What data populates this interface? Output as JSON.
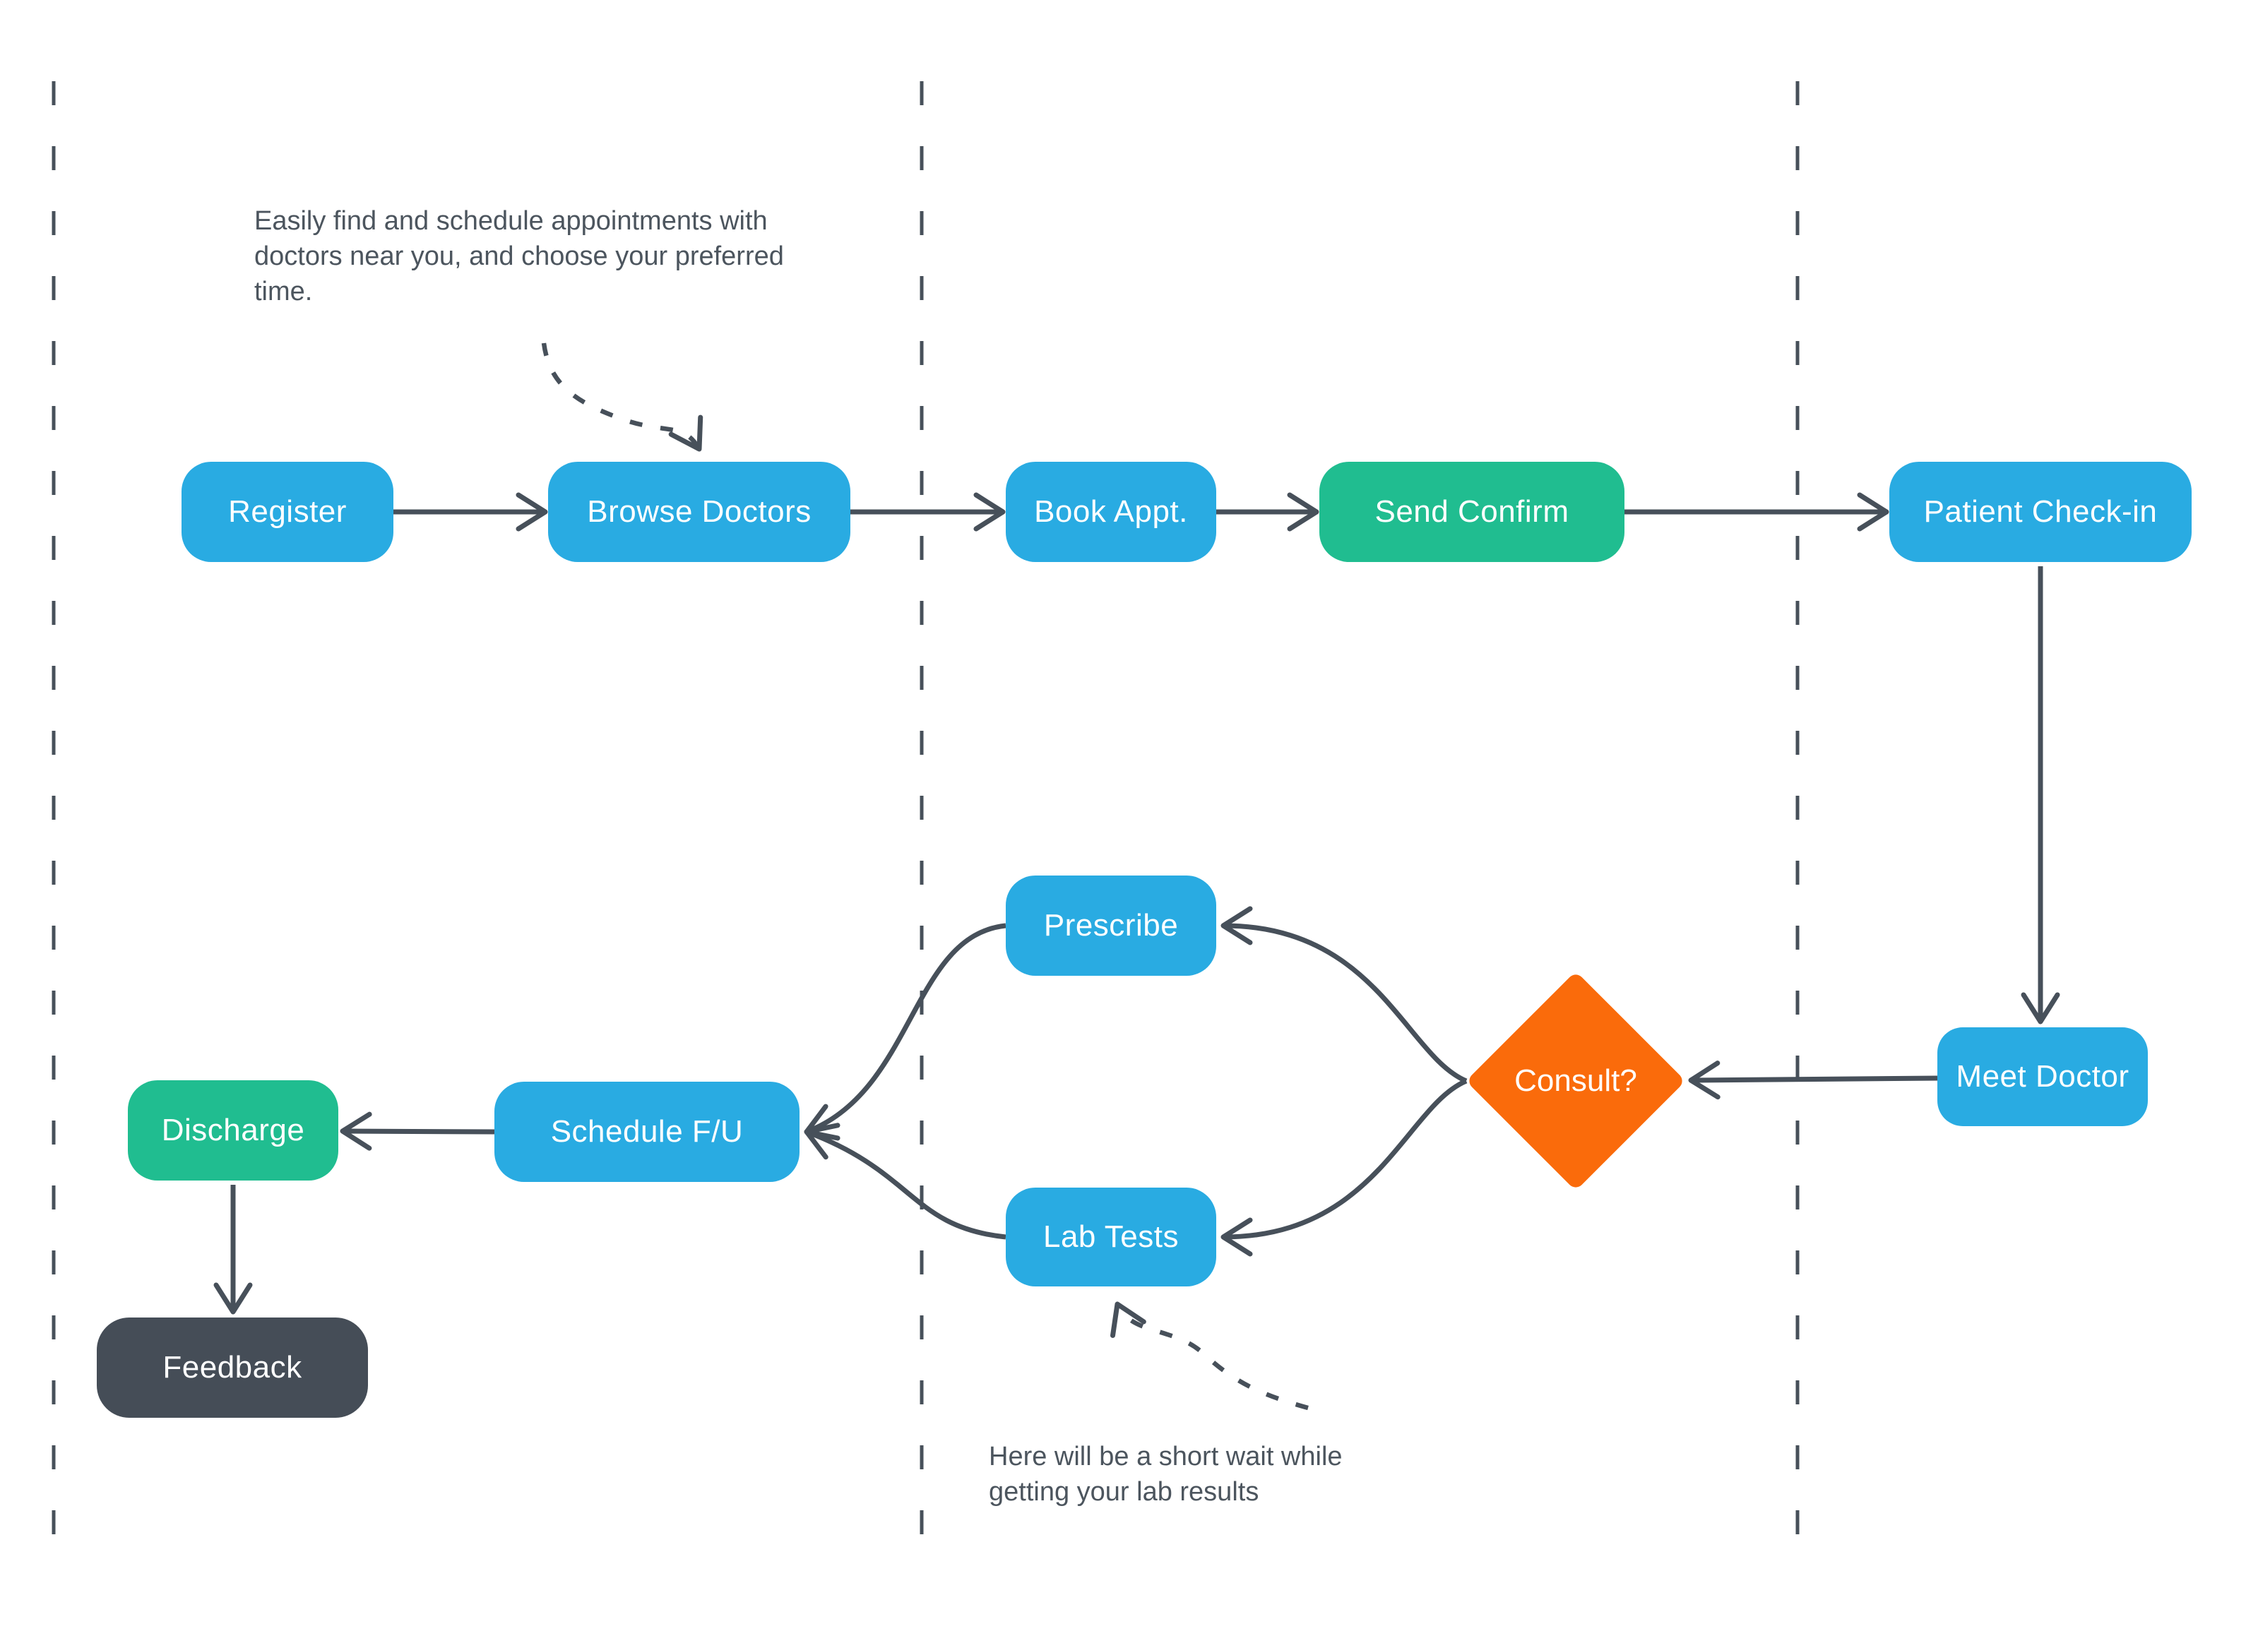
{
  "diagram": {
    "title": "",
    "nodes": {
      "register": {
        "label": "Register"
      },
      "browse_doctors": {
        "label": "Browse Doctors"
      },
      "book_appt": {
        "label": "Book Appt."
      },
      "send_confirm": {
        "label": "Send Confirm"
      },
      "patient_checkin": {
        "label": "Patient Check-in"
      },
      "meet_doctor": {
        "label": "Meet Doctor"
      },
      "consult": {
        "label": "Consult?"
      },
      "prescribe": {
        "label": "Prescribe"
      },
      "lab_tests": {
        "label": "Lab Tests"
      },
      "schedule_fu": {
        "label": "Schedule F/U"
      },
      "discharge": {
        "label": "Discharge"
      },
      "feedback": {
        "label": "Feedback"
      }
    },
    "annotations": {
      "browse_tip": "Easily find and schedule appointments with doctors near you, and choose your preferred time.",
      "lab_wait_tip": "Here will be a short wait while getting your lab results"
    },
    "edges": [
      {
        "from": "register",
        "to": "browse_doctors"
      },
      {
        "from": "browse_doctors",
        "to": "book_appt"
      },
      {
        "from": "book_appt",
        "to": "send_confirm"
      },
      {
        "from": "send_confirm",
        "to": "patient_checkin"
      },
      {
        "from": "patient_checkin",
        "to": "meet_doctor"
      },
      {
        "from": "meet_doctor",
        "to": "consult"
      },
      {
        "from": "consult",
        "to": "prescribe"
      },
      {
        "from": "consult",
        "to": "lab_tests"
      },
      {
        "from": "prescribe",
        "to": "schedule_fu"
      },
      {
        "from": "lab_tests",
        "to": "schedule_fu"
      },
      {
        "from": "schedule_fu",
        "to": "discharge"
      },
      {
        "from": "discharge",
        "to": "feedback"
      }
    ]
  },
  "colors": {
    "process_blue": "#29ABE2",
    "accent_green": "#20BD90",
    "decision_orange": "#FA6B0B",
    "terminal_dark": "#454D57",
    "connector": "#47505A",
    "annotation_text": "#4C555E",
    "canvas_bg": "#FFFFFF"
  }
}
